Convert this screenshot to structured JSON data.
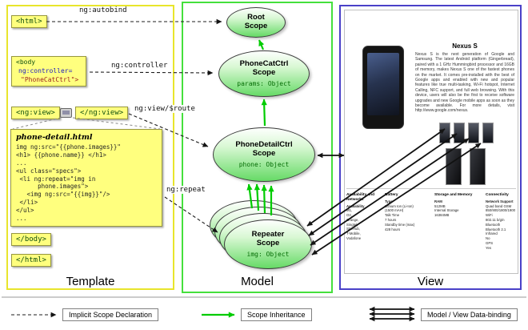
{
  "panels": {
    "template": {
      "label": "Template"
    },
    "model": {
      "label": "Model"
    },
    "view": {
      "label": "View"
    }
  },
  "template_code": {
    "html_open": "<html>",
    "body_open": [
      "<body",
      "ng:controller=",
      "\"PhoneCatCtrl\">"
    ],
    "ngview_open": "<ng:view>",
    "ngview_close": "</ng:view>",
    "detail_file": {
      "title": "phone-detail.html",
      "lines": [
        "img ng:src=\"{{phone.images}}\"",
        "<h1> {{phone.name}} </h1>",
        "...",
        "<ul class=\"specs\">",
        " <li ng:repeat=\"img in",
        "      phone.images\">",
        "   <img ng:src=\"{{img}}\"/>",
        " </li>",
        "</ul>",
        "..."
      ]
    },
    "body_close": "</body>",
    "html_close": "</html>"
  },
  "arrow_labels": {
    "autobind": "ng:autobind",
    "controller": "ng:controller",
    "view_route": "ng:view/$route",
    "repeat": "ng:repeat"
  },
  "scopes": {
    "root": {
      "name": "Root",
      "word": "Scope",
      "prop": ""
    },
    "cat": {
      "name": "PhoneCatCtrl",
      "word": "Scope",
      "prop": "params: Object"
    },
    "detail": {
      "name": "PhoneDetailCtrl",
      "word": "Scope",
      "prop": "phone: Object"
    },
    "repeater": {
      "name": "Repeater",
      "word": "Scope",
      "prop": "img: Object"
    }
  },
  "view_page": {
    "title": "Nexus S",
    "description": "Nexus S is the next generation of Google and Samsung. The latest Android platform (Gingerbread), paired with a 1 GHz Hummingbird processor and 16GB of memory, makes Nexus S one of the fastest phones on the market. It comes pre-installed with the best of Google apps and enabled with new and popular features like true multi-tasking, Wi-Fi hotspot, Internet Calling, NFC support, and full web browsing. With this device, users will also be the first to receive software upgrades and new Google mobile apps as soon as they become available. For more details, visit http://www.google.com/nexus.",
    "specs": [
      {
        "header": "Availability and Networks",
        "lines": [
          "Availability",
          "M1,",
          "O2,",
          "Orange,",
          "Singtel,",
          "StarHub,",
          "T-Mobile,",
          "Vodafone"
        ]
      },
      {
        "header": "Battery",
        "lines": [
          "Type",
          "Lithium Ion (Li-Ion)",
          "(1500 mAH)",
          "Talk Time",
          "7 hours",
          "Standby time (max)",
          "428 hours"
        ]
      },
      {
        "header": "Storage and Memory",
        "lines": [
          "RAM",
          "512MB",
          "Internal Storage",
          "16384MB"
        ]
      },
      {
        "header": "Connectivity",
        "lines": [
          "Network Support",
          "Quad band GSM 850/900/1800/1900",
          "WiFi",
          "802.11 b/g/n",
          "Bluetooth",
          "Bluetooth 2.1",
          "Infrared",
          "No",
          "GPS",
          "Yes"
        ]
      }
    ]
  },
  "legend": {
    "implicit": "Implicit Scope Declaration",
    "inheritance": "Scope Inheritance",
    "databinding": "Model / View Data-binding"
  },
  "colors": {
    "template_border": "#e8e52c",
    "model_border": "#45e03c",
    "view_border": "#4a41c8",
    "inheritance_arrow": "#00cc00",
    "code_box_bg": "#ffff7e"
  }
}
